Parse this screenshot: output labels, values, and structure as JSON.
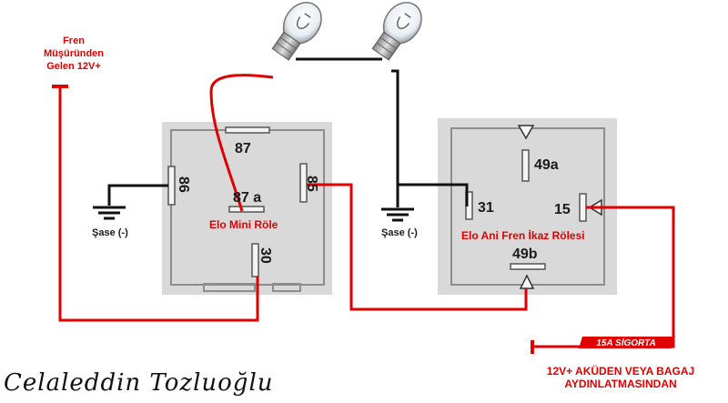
{
  "labels": {
    "brake_source": [
      "Fren",
      "Müşüründen",
      "Gelen 12V+"
    ],
    "ground_left": "Şase (-)",
    "ground_right": "Şase (-)",
    "mini_relay_name": "Elo Mini Röle",
    "flasher_relay_name": "Elo Ani Fren İkaz Rölesi",
    "fuse": "15A SİGORTA",
    "power_source": [
      "12V+ AKÜDEN VEYA BAGAJ",
      "AYDINLATMASINDAN"
    ],
    "author": "Celaleddin Tozluoğlu"
  },
  "mini_relay_pins": {
    "p87": "87",
    "p87a": "87 a",
    "p86": "86",
    "p85": "85",
    "p30": "30"
  },
  "flasher_relay_pins": {
    "p49a": "49a",
    "p31": "31",
    "p15": "15",
    "p49b": "49b"
  },
  "colors": {
    "positive_wire": "#e00000",
    "ground_wire": "#111111",
    "relay_body": "#d9d9d9",
    "label_red": "#e00000"
  },
  "icons": [
    "bulb-icon",
    "ground-icon"
  ]
}
